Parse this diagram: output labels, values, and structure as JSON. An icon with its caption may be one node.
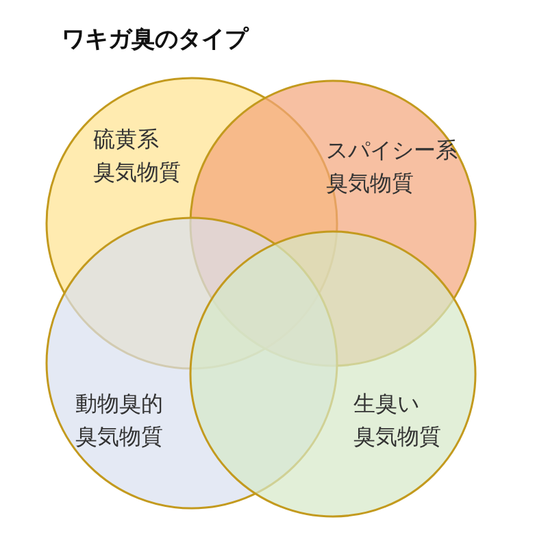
{
  "diagram": {
    "title": "ワキガ臭のタイプ",
    "nodes": [
      {
        "text": [
          "硫黄系臭気物質"
        ]
      },
      {
        "text": [
          "スパイシー系臭気物質"
        ]
      },
      {
        "text": [
          "動物臭的臭気物質"
        ]
      },
      {
        "text": [
          "生臭い臭気物質"
        ]
      }
    ]
  }
}
